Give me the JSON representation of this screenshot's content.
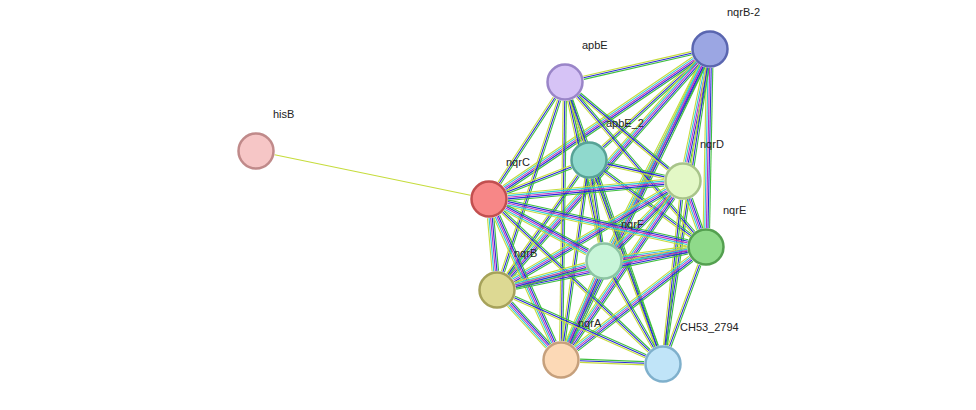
{
  "diagram": {
    "nodes": [
      {
        "text": [
          "nqrB-2"
        ]
      },
      {
        "text": [
          "apbE"
        ]
      },
      {
        "text": [
          "hisB"
        ]
      },
      {
        "text": [
          "apbE_2"
        ]
      },
      {
        "text": [
          "nqrD"
        ]
      },
      {
        "text": [
          "nqrC"
        ]
      },
      {
        "text": [
          "nqrE"
        ]
      },
      {
        "text": [
          "nqrF"
        ]
      },
      {
        "text": [
          "nqrB"
        ]
      },
      {
        "text": [
          "nqrA"
        ]
      },
      {
        "text": [
          "CH53_2794"
        ]
      }
    ],
    "edges": [
      {
        "from": 2,
        "to": 5,
        "arrow": "none"
      },
      {
        "from": 0,
        "to": 1,
        "arrow": "none"
      },
      {
        "from": 0,
        "to": 3,
        "arrow": "none"
      },
      {
        "from": 0,
        "to": 4,
        "arrow": "none"
      },
      {
        "from": 0,
        "to": 5,
        "arrow": "none"
      },
      {
        "from": 0,
        "to": 6,
        "arrow": "none"
      },
      {
        "from": 0,
        "to": 7,
        "arrow": "none"
      },
      {
        "from": 0,
        "to": 8,
        "arrow": "none"
      },
      {
        "from": 0,
        "to": 9,
        "arrow": "none"
      },
      {
        "from": 0,
        "to": 10,
        "arrow": "none"
      },
      {
        "from": 1,
        "to": 3,
        "arrow": "none"
      },
      {
        "from": 1,
        "to": 4,
        "arrow": "none"
      },
      {
        "from": 1,
        "to": 5,
        "arrow": "none"
      },
      {
        "from": 1,
        "to": 6,
        "arrow": "none"
      },
      {
        "from": 1,
        "to": 7,
        "arrow": "none"
      },
      {
        "from": 1,
        "to": 8,
        "arrow": "none"
      },
      {
        "from": 1,
        "to": 9,
        "arrow": "none"
      },
      {
        "from": 1,
        "to": 10,
        "arrow": "none"
      },
      {
        "from": 3,
        "to": 4,
        "arrow": "none"
      },
      {
        "from": 3,
        "to": 5,
        "arrow": "none"
      },
      {
        "from": 3,
        "to": 6,
        "arrow": "none"
      },
      {
        "from": 3,
        "to": 7,
        "arrow": "none"
      },
      {
        "from": 3,
        "to": 8,
        "arrow": "none"
      },
      {
        "from": 3,
        "to": 9,
        "arrow": "none"
      },
      {
        "from": 3,
        "to": 10,
        "arrow": "none"
      },
      {
        "from": 4,
        "to": 5,
        "arrow": "none"
      },
      {
        "from": 4,
        "to": 6,
        "arrow": "none"
      },
      {
        "from": 4,
        "to": 7,
        "arrow": "none"
      },
      {
        "from": 4,
        "to": 8,
        "arrow": "none"
      },
      {
        "from": 4,
        "to": 9,
        "arrow": "none"
      },
      {
        "from": 4,
        "to": 10,
        "arrow": "none"
      },
      {
        "from": 5,
        "to": 6,
        "arrow": "none"
      },
      {
        "from": 5,
        "to": 7,
        "arrow": "none"
      },
      {
        "from": 5,
        "to": 8,
        "arrow": "none"
      },
      {
        "from": 5,
        "to": 9,
        "arrow": "none"
      },
      {
        "from": 5,
        "to": 10,
        "arrow": "none"
      },
      {
        "from": 6,
        "to": 7,
        "arrow": "none"
      },
      {
        "from": 6,
        "to": 8,
        "arrow": "none"
      },
      {
        "from": 6,
        "to": 9,
        "arrow": "none"
      },
      {
        "from": 6,
        "to": 10,
        "arrow": "none"
      },
      {
        "from": 7,
        "to": 8,
        "arrow": "none"
      },
      {
        "from": 7,
        "to": 9,
        "arrow": "none"
      },
      {
        "from": 7,
        "to": 10,
        "arrow": "none"
      },
      {
        "from": 8,
        "to": 9,
        "arrow": "none"
      },
      {
        "from": 8,
        "to": 10,
        "arrow": "none"
      },
      {
        "from": 9,
        "to": 10,
        "arrow": "none"
      }
    ]
  }
}
